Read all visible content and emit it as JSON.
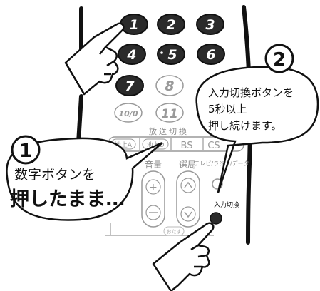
{
  "remote": {
    "digits": [
      "1",
      "2",
      "3",
      "4",
      "5",
      "6",
      "7",
      "8",
      "10/0",
      "11"
    ],
    "broadcast_switch_label": "放送切換",
    "terrestrial_analog_label": "地上A",
    "terrestrial_digital_label": "地上D",
    "bs_label": "BS",
    "cs_label": "CS",
    "volume_label": "音量",
    "channel_label": "選局",
    "tv_radio_data_label": "テレビ/ラジオ/データ",
    "input_switch_label": "入力切換",
    "otasuke_label": "おたす"
  },
  "step1": {
    "number": "1",
    "line1": "数字ボタンを",
    "line2": "押したまま…"
  },
  "step2": {
    "number": "2",
    "line1": "入力切換ボタンを",
    "line2": "5秒以上",
    "line3": "押し続けます。"
  },
  "colors": {
    "dark_button": "#2b2b2b",
    "light_button": "#ffffff",
    "outline": "#111111",
    "gray_text": "#8a8a8a"
  }
}
